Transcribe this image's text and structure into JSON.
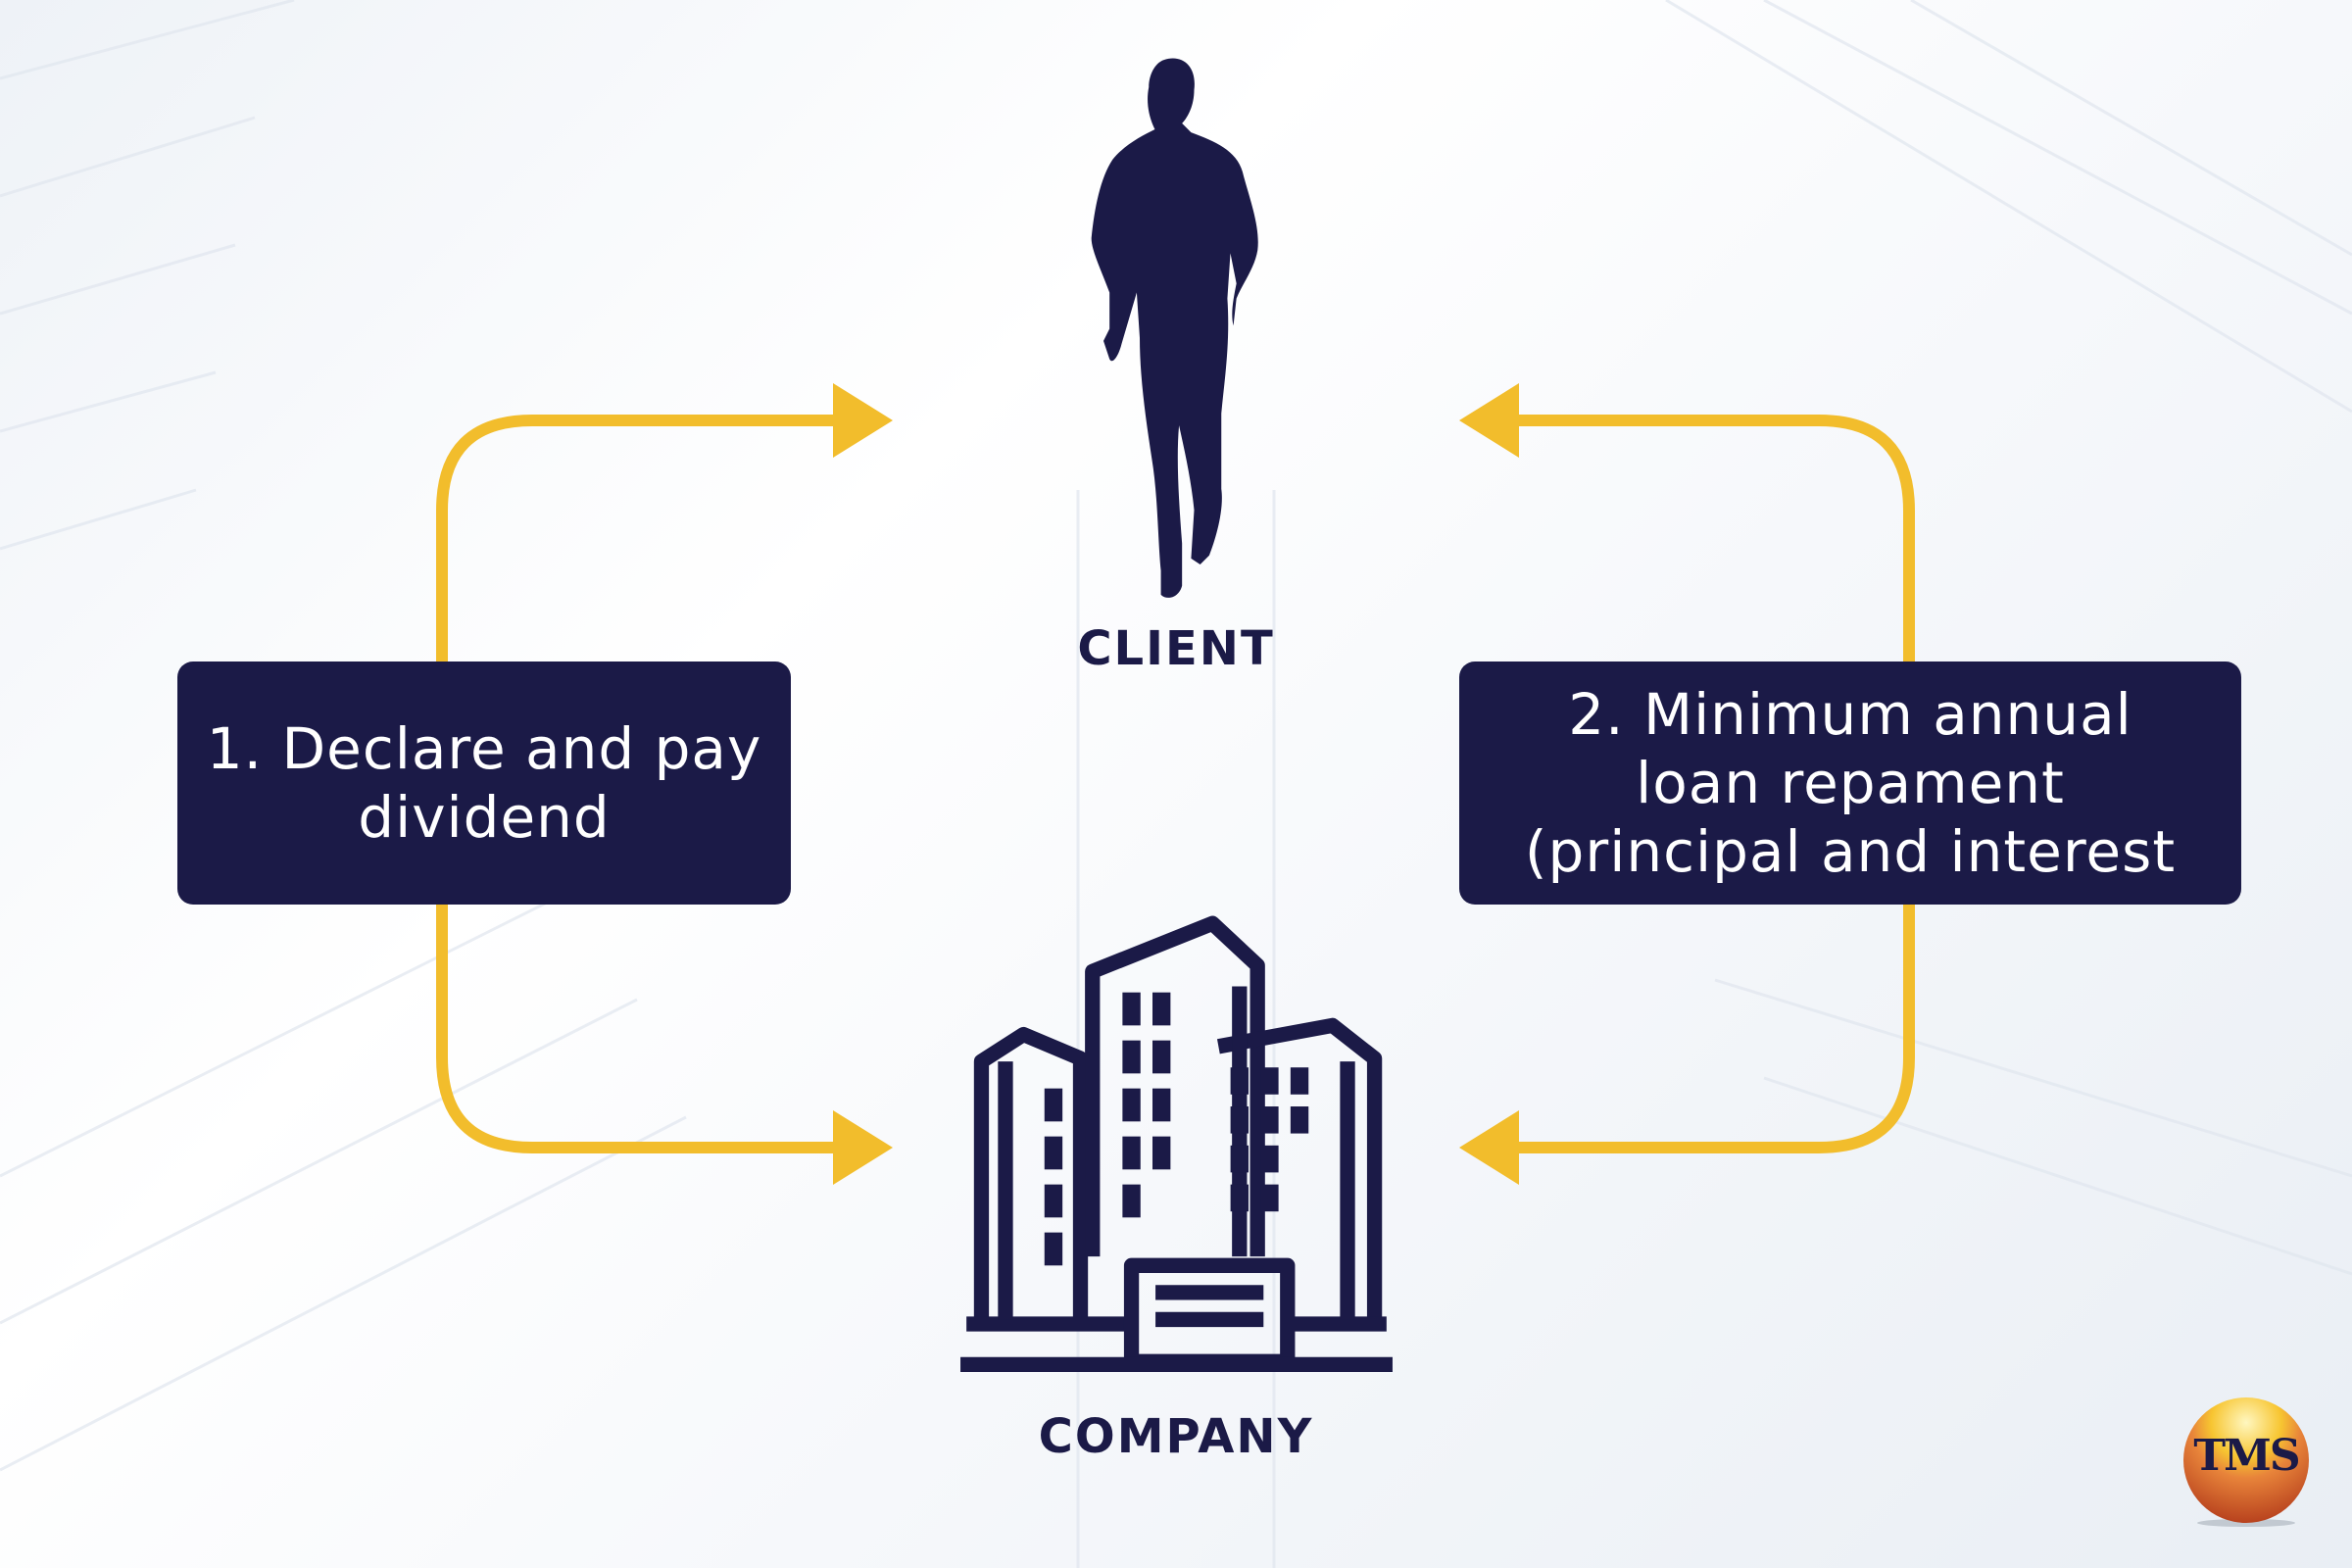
{
  "nodes": {
    "client": {
      "label": "CLIENT",
      "icon": "person-icon"
    },
    "company": {
      "label": "COMPANY",
      "icon": "office-building-icon"
    }
  },
  "steps": [
    {
      "lines": [
        "1. Declare and pay",
        "dividend"
      ]
    },
    {
      "lines": [
        "2. Minimum annual",
        "loan repament",
        "(principal and interest"
      ]
    }
  ],
  "logo": {
    "text": "TMS"
  },
  "colors": {
    "navy": "#1b1a47",
    "arrow": "#f2bd2c"
  }
}
